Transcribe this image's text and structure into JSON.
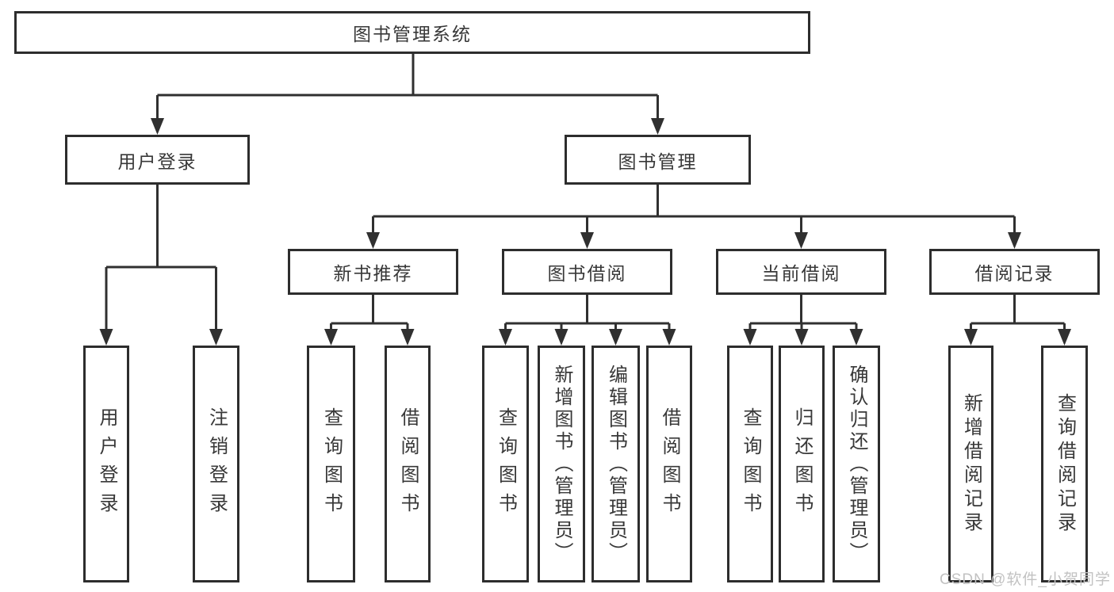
{
  "tree": {
    "root": "图书管理系统",
    "children": [
      {
        "label": "用户登录",
        "children": [
          "用户登录",
          "注销登录"
        ]
      },
      {
        "label": "图书管理",
        "children": [
          {
            "label": "新书推荐",
            "children": [
              "查询图书",
              "借阅图书"
            ]
          },
          {
            "label": "图书借阅",
            "children": [
              "查询图书",
              "新增图书（管理员）",
              "编辑图书（管理员）",
              "借阅图书"
            ]
          },
          {
            "label": "当前借阅",
            "children": [
              "查询图书",
              "归还图书",
              "确认归还（管理员）"
            ]
          },
          {
            "label": "借阅记录",
            "children": [
              "新增借阅记录",
              "查询借阅记录"
            ]
          }
        ]
      }
    ]
  },
  "watermark": {
    "text": "CSDN @软件_小贺同学"
  },
  "colors": {
    "line": "#303030",
    "box_border": "#2d2d2d",
    "text": "#383838",
    "watermark": "#c2c2c2",
    "background": "#ffffff"
  }
}
